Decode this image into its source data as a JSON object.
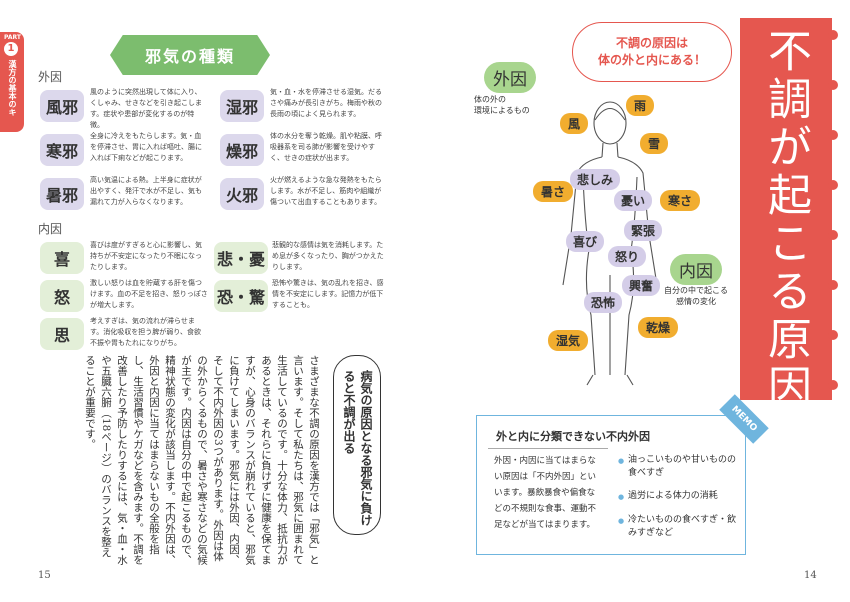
{
  "part_tab": {
    "part": "PART",
    "number": "1",
    "title": "漢方の基本のキ"
  },
  "banner": {
    "label": "邪気の種類"
  },
  "gaiin": {
    "label": "外因",
    "items": [
      {
        "kanji": "風邪",
        "text": "風のように突然出現して体に入り、くしゃみ、せきなどを引き起こします。症状や患部が変化するのが特徴。"
      },
      {
        "kanji": "湿邪",
        "text": "気・血・水を停滞させる湿気。だるさや痛みが長引きがち。梅雨や秋の長雨の頃によく見られます。"
      },
      {
        "kanji": "寒邪",
        "text": "全身に冷えをもたらします。気・血を停滞させ、胃に入れば嘔吐、腸に入れば下痢などが起こります。"
      },
      {
        "kanji": "燥邪",
        "text": "体の水分を奪う乾燥。肌や粘膜、呼吸器系を司る肺が影響を受けやすく、せきの症状が出ます。"
      },
      {
        "kanji": "暑邪",
        "text": "高い気温による熱。上半身に症状が出やすく、発汗で水が不足し、気も漏れて力が入らなくなります。"
      },
      {
        "kanji": "火邪",
        "text": "火が燃えるような急な発熱をもたらします。水が不足し、筋肉や組織が傷ついて出血することもあります。"
      }
    ]
  },
  "naiin": {
    "label": "内因",
    "items": [
      {
        "kanji": "喜",
        "text": "喜びは度がすぎると心に影響し、気持ちが不安定になったり不眠になったりします。"
      },
      {
        "kanji": "悲・憂",
        "text": "悲観的な感情は気を消耗します。ため息が多くなったり、胸がつかえたりします。"
      },
      {
        "kanji": "怒",
        "text": "激しい怒りは血を貯蔵する肝を傷つけます。血の不足を招き、怒りっぽさが増大します。"
      },
      {
        "kanji": "恐・驚",
        "text": "恐怖や驚きは、気の乱れを招き、感情を不安定にします。記憶力が低下することも。"
      },
      {
        "kanji": "思",
        "text": "考えすぎは、気の流れが滞らせます。消化吸収を担う脾が弱り、食欲不振や胃もたれになりがち。"
      }
    ]
  },
  "main_text": {
    "heading": "病気の原因となる邪気に負けると不調が出る",
    "body": "さまざまな不調の原因を漢方では「邪気」と言います。そして私たちは、邪気に囲まれて生活しているのです。十分な体力、抵抗力があるときは、それらに負けずに健康を保てますが、心身のバランスが崩れていると、邪気に負けてしまいます。邪気には外因、内因、そして不内外因の3つがあります。外因は体の外からくるもので、暑さや寒さなどの気候が主です。内因は自分の中で起こるもので、精神状態の変化が該当します。不内外因は、外因と内因に当てはまらないもの全般を指し、生活習慣やケガなどを含みます。不調を改善したり予防したりするには、気・血・水や五臓六腑（18ページ）のバランスを整えることが重要です。"
  },
  "title": {
    "text": "不調が起こる原因"
  },
  "bubble": {
    "line1": "不調の原因は",
    "line2": "体の外と内にある！"
  },
  "diagram": {
    "gaiin_label": "外因",
    "gaiin_sub1": "体の外の",
    "gaiin_sub2": "環境によるもの",
    "naiin_label": "内因",
    "naiin_sub1": "自分の中で起こる",
    "naiin_sub2": "感情の変化",
    "external": [
      "雨",
      "風",
      "雪",
      "暑さ",
      "寒さ",
      "湿気",
      "乾燥"
    ],
    "internal": [
      "悲しみ",
      "憂い",
      "緊張",
      "喜び",
      "怒り",
      "興奮",
      "恐怖"
    ]
  },
  "memo": {
    "badge": "MEMO",
    "title": "外と内に分類できない不内外因",
    "left_text": "外因・内因に当てはまらない原因は「不内外因」といいます。暴飲暴食や偏食などの不規則な食事、運動不足などが当てはまります。",
    "items": [
      "油っこいものや甘いものの食べすぎ",
      "過労による体力の消耗",
      "冷たいものの食べすぎ・飲みすぎなど"
    ]
  },
  "pages": {
    "left": "15",
    "right": "14"
  }
}
